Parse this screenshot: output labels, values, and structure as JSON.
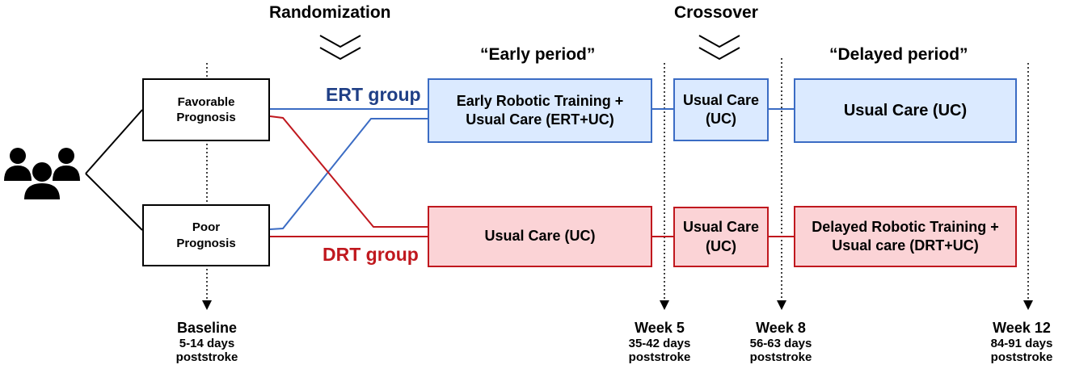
{
  "headers": {
    "randomization": "Randomization",
    "crossover": "Crossover",
    "early_period": "“Early period”",
    "delayed_period": "“Delayed period”"
  },
  "groups": {
    "ert": "ERT group",
    "drt": "DRT group"
  },
  "prognosis": {
    "favorable": "Favorable Prognosis",
    "poor": "Poor Prognosis"
  },
  "boxes": {
    "ert_early": "Early Robotic Training + Usual Care (ERT+UC)",
    "ert_cross": "Usual Care (UC)",
    "ert_delayed": "Usual Care (UC)",
    "drt_early": "Usual Care (UC)",
    "drt_cross": "Usual Care (UC)",
    "drt_delayed": "Delayed Robotic Training + Usual care (DRT+UC)"
  },
  "milestones": {
    "baseline": {
      "title": "Baseline",
      "days": "5-14 days",
      "note": "poststroke"
    },
    "week5": {
      "title": "Week 5",
      "days": "35-42 days",
      "note": "poststroke"
    },
    "week8": {
      "title": "Week 8",
      "days": "56-63 days",
      "note": "poststroke"
    },
    "week12": {
      "title": "Week 12",
      "days": "84-91 days",
      "note": "poststroke"
    }
  },
  "colors": {
    "ert": "#3b6cc4",
    "ert_text": "#1f3f86",
    "drt": "#c0181e",
    "ert_fill": "#dbeaff",
    "drt_fill": "#fbd3d6"
  },
  "icons": {
    "participants": "people-group-icon",
    "randomization": "double-chevron-down-icon",
    "crossover": "double-chevron-down-icon"
  }
}
